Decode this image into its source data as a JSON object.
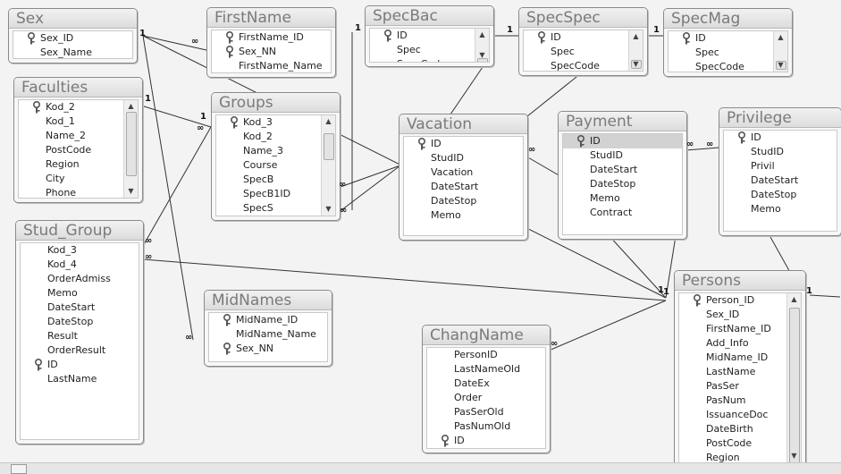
{
  "tables": [
    {
      "id": "sex",
      "name": "Sex",
      "fields": [
        {
          "n": "Sex_ID",
          "k": true
        },
        {
          "n": "Sex_Name"
        }
      ]
    },
    {
      "id": "firstname",
      "name": "FirstName",
      "fields": [
        {
          "n": "FirstName_ID",
          "k": true
        },
        {
          "n": "Sex_NN",
          "k": true
        },
        {
          "n": "FirstName_Name"
        }
      ]
    },
    {
      "id": "specbac",
      "name": "SpecBac",
      "fields": [
        {
          "n": "ID",
          "k": true
        },
        {
          "n": "Spec"
        },
        {
          "n": "SpecCode"
        }
      ]
    },
    {
      "id": "specspec",
      "name": "SpecSpec",
      "fields": [
        {
          "n": "ID",
          "k": true
        },
        {
          "n": "Spec"
        },
        {
          "n": "SpecCode"
        }
      ]
    },
    {
      "id": "specmag",
      "name": "SpecMag",
      "fields": [
        {
          "n": "ID",
          "k": true
        },
        {
          "n": "Spec"
        },
        {
          "n": "SpecCode"
        }
      ]
    },
    {
      "id": "faculties",
      "name": "Faculties",
      "fields": [
        {
          "n": "Kod_2",
          "k": true
        },
        {
          "n": "Kod_1"
        },
        {
          "n": "Name_2"
        },
        {
          "n": "PostCode"
        },
        {
          "n": "Region"
        },
        {
          "n": "City"
        },
        {
          "n": "Phone"
        }
      ]
    },
    {
      "id": "groups",
      "name": "Groups",
      "fields": [
        {
          "n": "Kod_3",
          "k": true
        },
        {
          "n": "Kod_2"
        },
        {
          "n": "Name_3"
        },
        {
          "n": "Course"
        },
        {
          "n": "SpecB"
        },
        {
          "n": "SpecB1ID"
        },
        {
          "n": "SpecS"
        }
      ]
    },
    {
      "id": "vacation",
      "name": "Vacation",
      "fields": [
        {
          "n": "ID",
          "k": true
        },
        {
          "n": "StudID"
        },
        {
          "n": "Vacation"
        },
        {
          "n": "DateStart"
        },
        {
          "n": "DateStop"
        },
        {
          "n": "Memo"
        }
      ]
    },
    {
      "id": "payment",
      "name": "Payment",
      "fields": [
        {
          "n": "ID",
          "k": true,
          "sel": true
        },
        {
          "n": "StudID"
        },
        {
          "n": "DateStart"
        },
        {
          "n": "DateStop"
        },
        {
          "n": "Memo"
        },
        {
          "n": "Contract"
        }
      ]
    },
    {
      "id": "privilege",
      "name": "Privilege",
      "fields": [
        {
          "n": "ID",
          "k": true
        },
        {
          "n": "StudID"
        },
        {
          "n": "Privil"
        },
        {
          "n": "DateStart"
        },
        {
          "n": "DateStop"
        },
        {
          "n": "Memo"
        }
      ]
    },
    {
      "id": "stud_group",
      "name": "Stud_Group",
      "fields": [
        {
          "n": "Kod_3"
        },
        {
          "n": "Kod_4"
        },
        {
          "n": "OrderAdmiss"
        },
        {
          "n": "Memo"
        },
        {
          "n": "DateStart"
        },
        {
          "n": "DateStop"
        },
        {
          "n": "Result"
        },
        {
          "n": "OrderResult"
        },
        {
          "n": "ID",
          "k": true
        },
        {
          "n": "LastName"
        }
      ]
    },
    {
      "id": "midnames",
      "name": "MidNames",
      "fields": [
        {
          "n": "MidName_ID",
          "k": true
        },
        {
          "n": "MidName_Name"
        },
        {
          "n": "Sex_NN",
          "k": true
        }
      ]
    },
    {
      "id": "changname",
      "name": "ChangName",
      "fields": [
        {
          "n": "PersonID"
        },
        {
          "n": "LastNameOld"
        },
        {
          "n": "DateEx"
        },
        {
          "n": "Order"
        },
        {
          "n": "PasSerOld"
        },
        {
          "n": "PasNumOld"
        },
        {
          "n": "ID",
          "k": true
        }
      ]
    },
    {
      "id": "persons",
      "name": "Persons",
      "fields": [
        {
          "n": "Person_ID",
          "k": true
        },
        {
          "n": "Sex_ID"
        },
        {
          "n": "FirstName_ID"
        },
        {
          "n": "Add_Info"
        },
        {
          "n": "MidName_ID"
        },
        {
          "n": "LastName"
        },
        {
          "n": "PasSer"
        },
        {
          "n": "PasNum"
        },
        {
          "n": "IssuanceDoc"
        },
        {
          "n": "DateBirth"
        },
        {
          "n": "PostCode"
        },
        {
          "n": "Region"
        }
      ]
    }
  ],
  "cardinality": {
    "one": "1",
    "many": "∞"
  }
}
